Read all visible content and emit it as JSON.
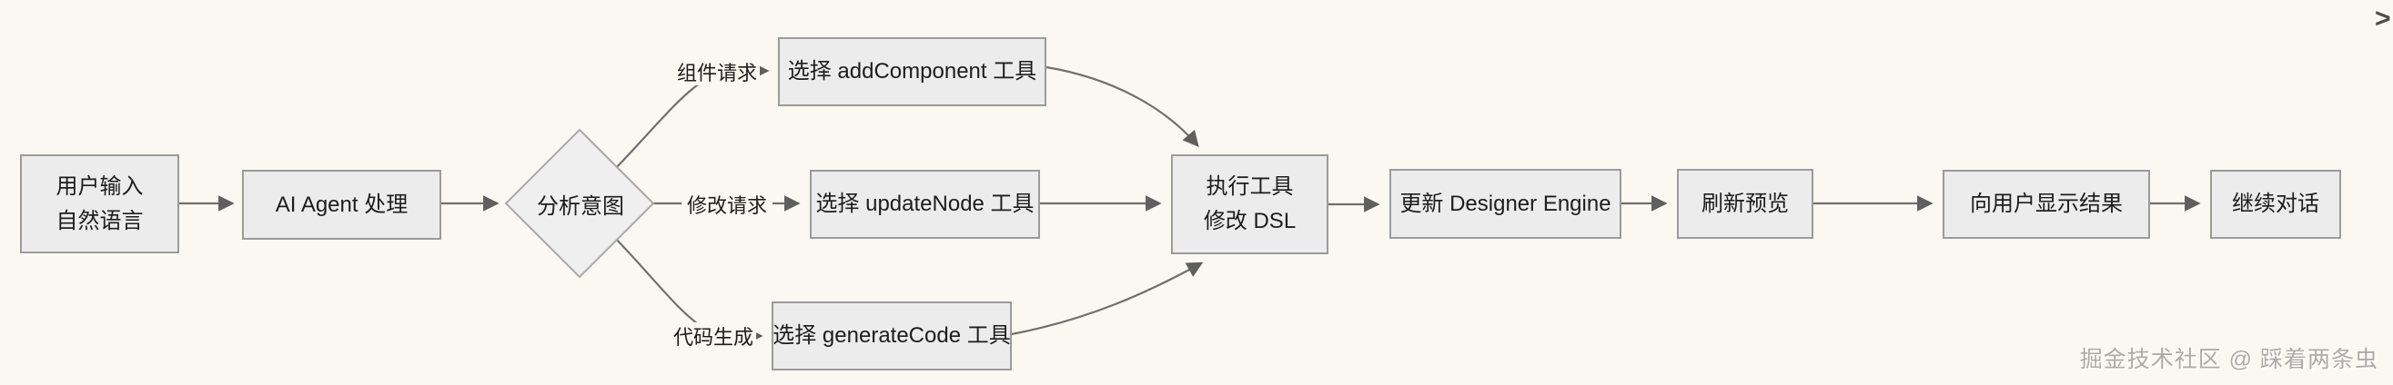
{
  "diagram": {
    "type": "flowchart-left-to-right",
    "nodes": {
      "user_input": {
        "line1": "用户输入",
        "line2": "自然语言"
      },
      "agent": {
        "label": "AI Agent 处理"
      },
      "analyze": {
        "label": "分析意图",
        "shape": "diamond"
      },
      "add_component": {
        "label": "选择 addComponent 工具"
      },
      "update_node": {
        "label": "选择 updateNode 工具"
      },
      "generate_code": {
        "label": "选择 generateCode 工具"
      },
      "execute": {
        "line1": "执行工具",
        "line2": "修改 DSL"
      },
      "update_engine": {
        "label": "更新 Designer Engine"
      },
      "refresh": {
        "label": "刷新预览"
      },
      "show_result": {
        "label": "向用户显示结果"
      },
      "continue": {
        "label": "继续对话"
      }
    },
    "edge_labels": {
      "component_request": "组件请求",
      "modify_request": "修改请求",
      "code_generation": "代码生成"
    },
    "flow": [
      "用户输入自然语言 → AI Agent 处理 → 分析意图",
      "分析意图 —组件请求→ 选择 addComponent 工具 → 执行工具修改 DSL",
      "分析意图 —修改请求→ 选择 updateNode 工具 → 执行工具修改 DSL",
      "分析意图 —代码生成→ 选择 generateCode 工具 → 执行工具修改 DSL",
      "执行工具修改 DSL → 更新 Designer Engine → 刷新预览 → 向用户显示结果 → 继续对话"
    ]
  },
  "watermark": {
    "text": "掘金技术社区 @ 踩着两条虫"
  },
  "icons": {
    "chevron_right": ">"
  },
  "colors": {
    "background": "#faf8f1",
    "node_fill": "#ececec",
    "node_border": "#9b9b9b",
    "edge_line": "#707070",
    "text": "#1d1d1d",
    "watermark": "#aeaba5"
  }
}
